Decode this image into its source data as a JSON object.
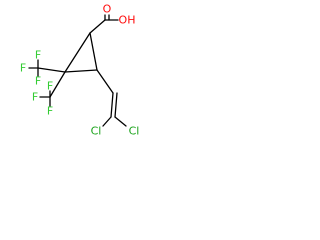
{
  "molecule": {
    "colors": {
      "bond": "#000000",
      "carbon": "#000000",
      "oxygen": "#ff0d0d",
      "fluorine": "#33cc33",
      "chlorine": "#1aa31a"
    },
    "labels": {
      "hydroxyl": "OH",
      "carbonyl_oxygen": "O",
      "fluorine": "F",
      "chlorine": "Cl"
    }
  }
}
